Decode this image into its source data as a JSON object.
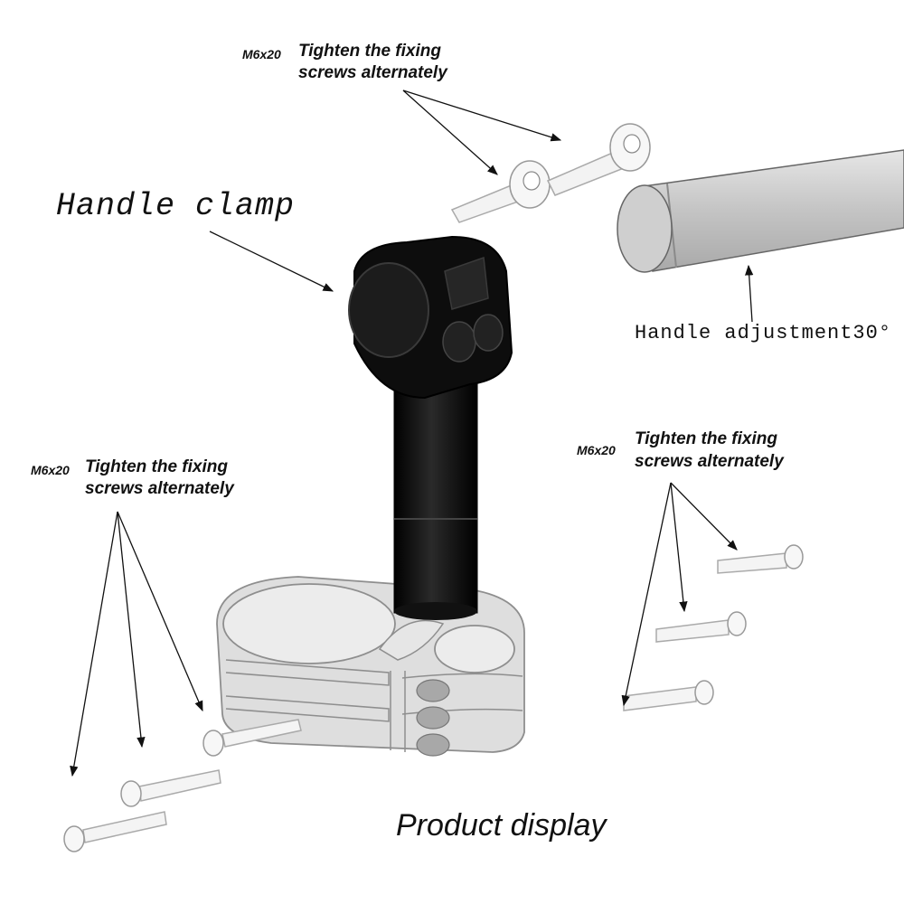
{
  "labels": {
    "handle_clamp": "Handle clamp",
    "handle_adjustment": "Handle adjustment30°",
    "product_display": "Product display",
    "screw_top": {
      "size": "M6x20",
      "line1": "Tighten the fixing",
      "line2": "screws alternately"
    },
    "screw_left": {
      "size": "M6x20",
      "line1": "Tighten the fixing",
      "line2": "screws alternately"
    },
    "screw_right": {
      "size": "M6x20",
      "line1": "Tighten the fixing",
      "line2": "screws alternately"
    }
  },
  "colors": {
    "clamp": "#0d0d0d",
    "base": "#dcdcdc",
    "bar": "#c8c8c8",
    "screw": "#f4f4f4",
    "line": "#111111"
  }
}
